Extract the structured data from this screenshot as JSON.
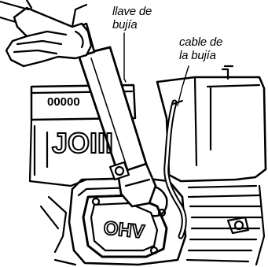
{
  "callouts": {
    "wrench": {
      "line1": "llave de",
      "line2": "bujía"
    },
    "cable": {
      "line1": "cable de",
      "line2": "la bujía"
    }
  },
  "engine": {
    "side_marking": "JOIII",
    "valve_cover_marking": "OHV",
    "top_vents": "00000"
  },
  "colors": {
    "ink": "#000000",
    "paper": "#ffffff"
  }
}
